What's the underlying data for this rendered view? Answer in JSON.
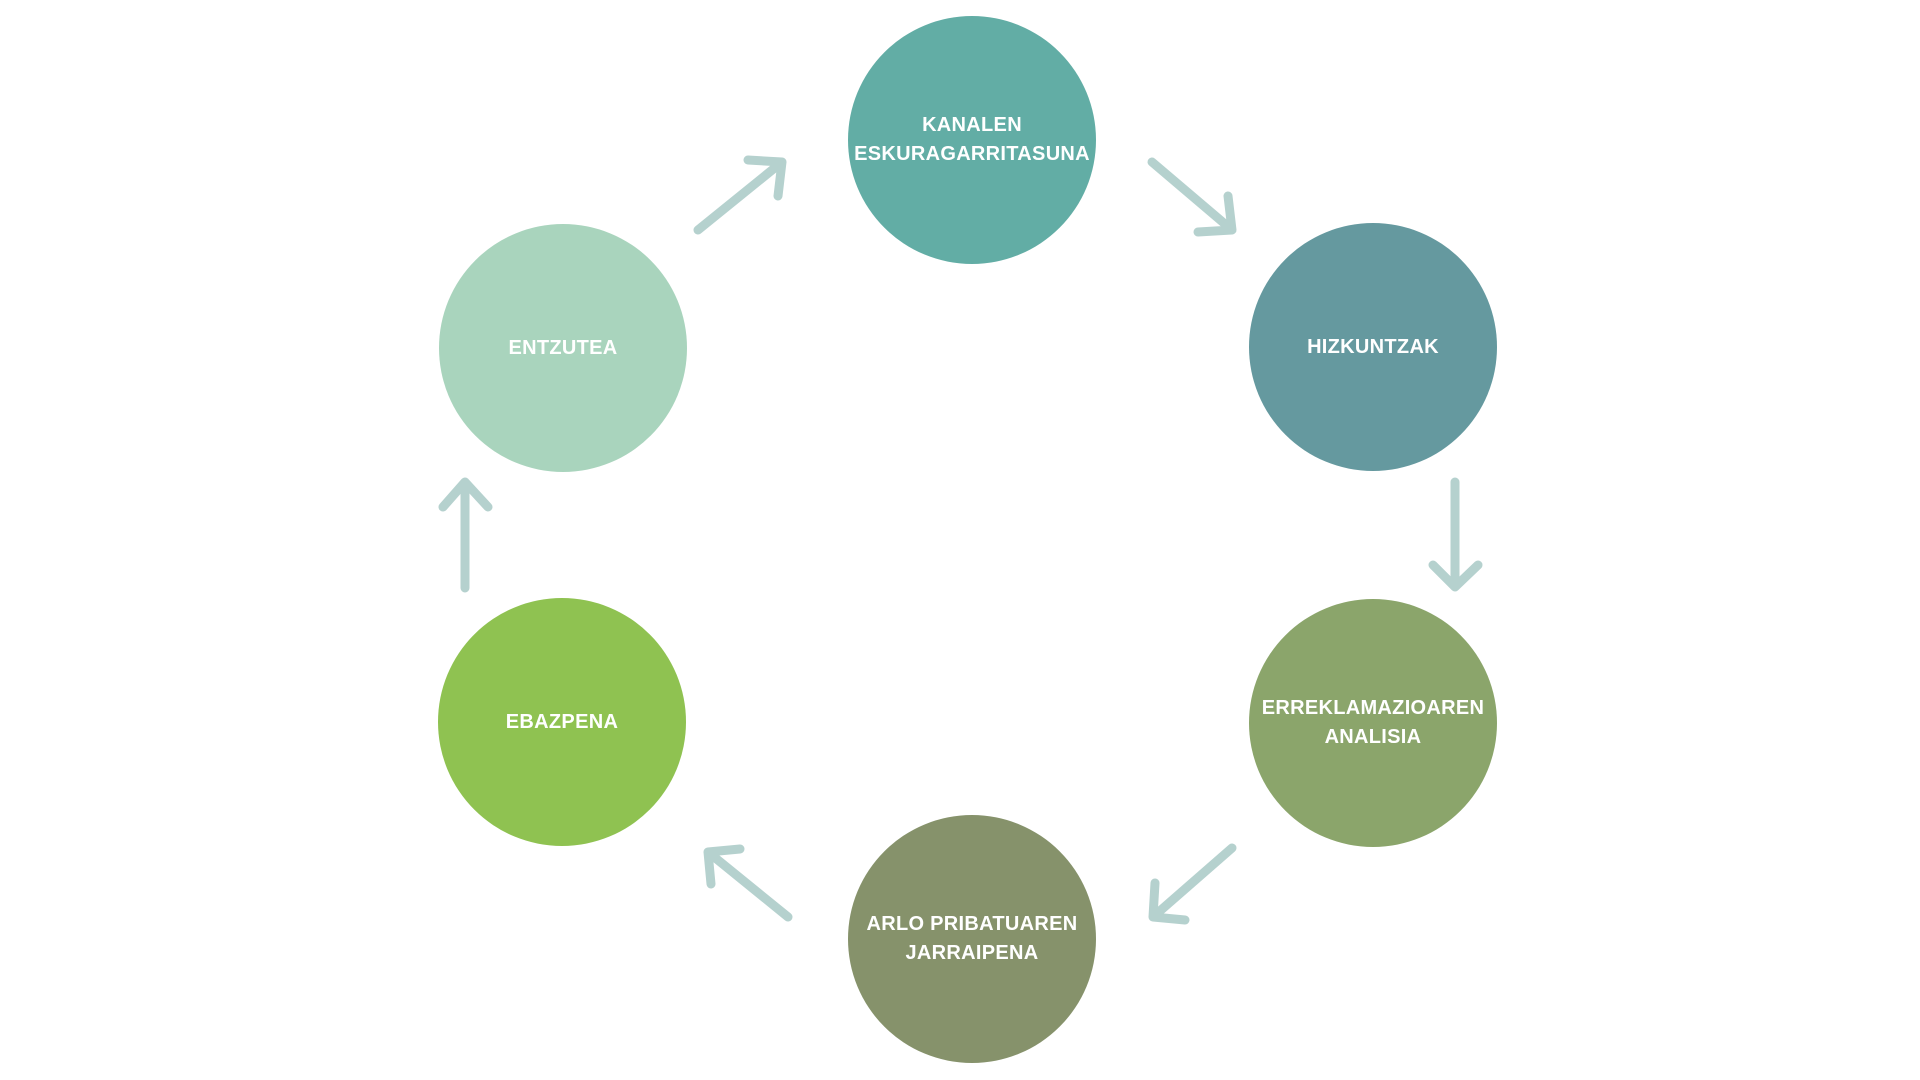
{
  "diagram": {
    "type": "cycle",
    "direction": "clockwise",
    "arrow_color": "#B5D1CE",
    "label_color": "#FFFFFF",
    "nodes": [
      {
        "label": "KANALEN\nESKURAGARRITASUNA",
        "color": "#62ADA5"
      },
      {
        "label": "HIZKUNTZAK",
        "color": "#65999F"
      },
      {
        "label": "ERREKLAMAZIOAREN\nANALISIA",
        "color": "#8BA56B"
      },
      {
        "label": "ARLO PRIBATUAREN\nJARRAIPENA",
        "color": "#86926B"
      },
      {
        "label": "EBAZPENA",
        "color": "#8FC251"
      },
      {
        "label": "ENTZUTEA",
        "color": "#A9D4BD"
      }
    ],
    "edges": [
      {
        "from": "ENTZUTEA",
        "to": "KANALEN ESKURAGARRITASUNA",
        "icon": "arrow-up-right-icon"
      },
      {
        "from": "KANALEN ESKURAGARRITASUNA",
        "to": "HIZKUNTZAK",
        "icon": "arrow-down-right-icon"
      },
      {
        "from": "HIZKUNTZAK",
        "to": "ERREKLAMAZIOAREN ANALISIA",
        "icon": "arrow-down-icon"
      },
      {
        "from": "ERREKLAMAZIOAREN ANALISIA",
        "to": "ARLO PRIBATUAREN JARRAIPENA",
        "icon": "arrow-down-left-icon"
      },
      {
        "from": "ARLO PRIBATUAREN JARRAIPENA",
        "to": "EBAZPENA",
        "icon": "arrow-up-left-icon"
      },
      {
        "from": "EBAZPENA",
        "to": "ENTZUTEA",
        "icon": "arrow-up-icon"
      }
    ]
  }
}
